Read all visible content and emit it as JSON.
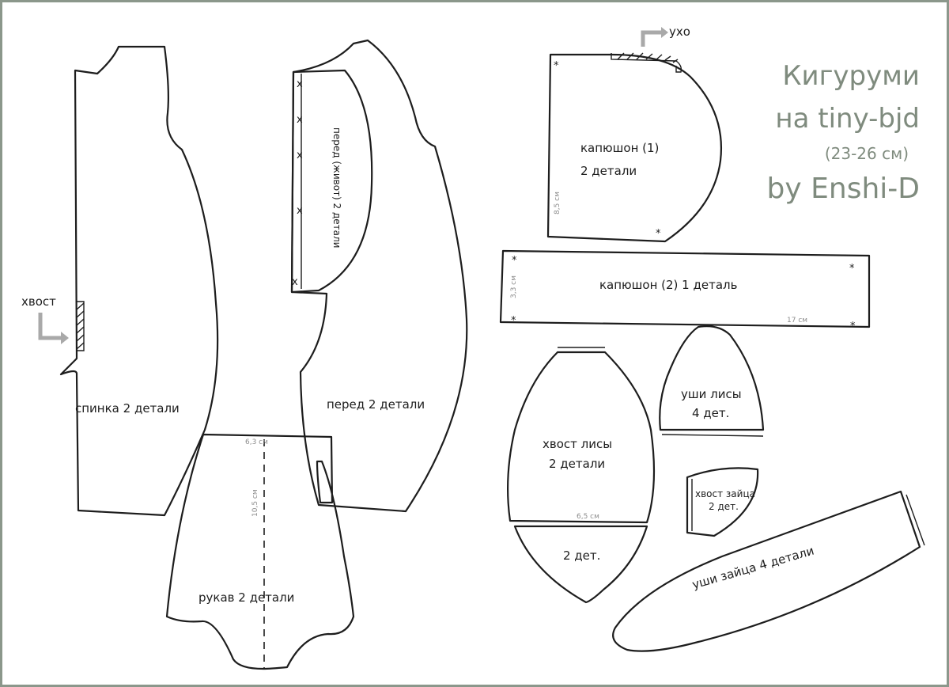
{
  "colors": {
    "frame": "#8b978b",
    "title": "#7f8b7e",
    "line": "#1d1d1d",
    "arrow": "#a9a9a9",
    "dimension": "#8c8c8c"
  },
  "title": {
    "line1": "Кигуруми",
    "line2": "на tiny-bjd",
    "line3": "(23-26 см)",
    "line4": "by Enshi-D"
  },
  "annotations": {
    "tail_marker": "хвост",
    "ear_marker": "ухо"
  },
  "pieces": {
    "back": "спинка 2 детали",
    "front": "перед 2 детали",
    "front_belly": "перед (живот) 2 детали",
    "sleeve": "рукав 2 детали",
    "hood1_a": "капюшон (1)",
    "hood1_b": "2 детали",
    "hood2": "капюшон (2) 1 деталь",
    "fox_ears_a": "уши лисы",
    "fox_ears_b": "4 дет.",
    "fox_tail_a": "хвост лисы",
    "fox_tail_b": "2 детали",
    "fox_tail_tip": "2 дет.",
    "rabbit_tail_a": "хвост зайца",
    "rabbit_tail_b": "2 дет.",
    "rabbit_ears": "уши зайца 4 детали"
  },
  "dimensions": {
    "sleeve_width": "6,3 см",
    "sleeve_length": "10,5 см",
    "hood1_height": "8,5 см",
    "hood2_height": "3,3 см",
    "hood2_length": "17 см",
    "fox_tail_width": "6,5 см"
  },
  "marks": {
    "star": "*",
    "cross": "x"
  }
}
